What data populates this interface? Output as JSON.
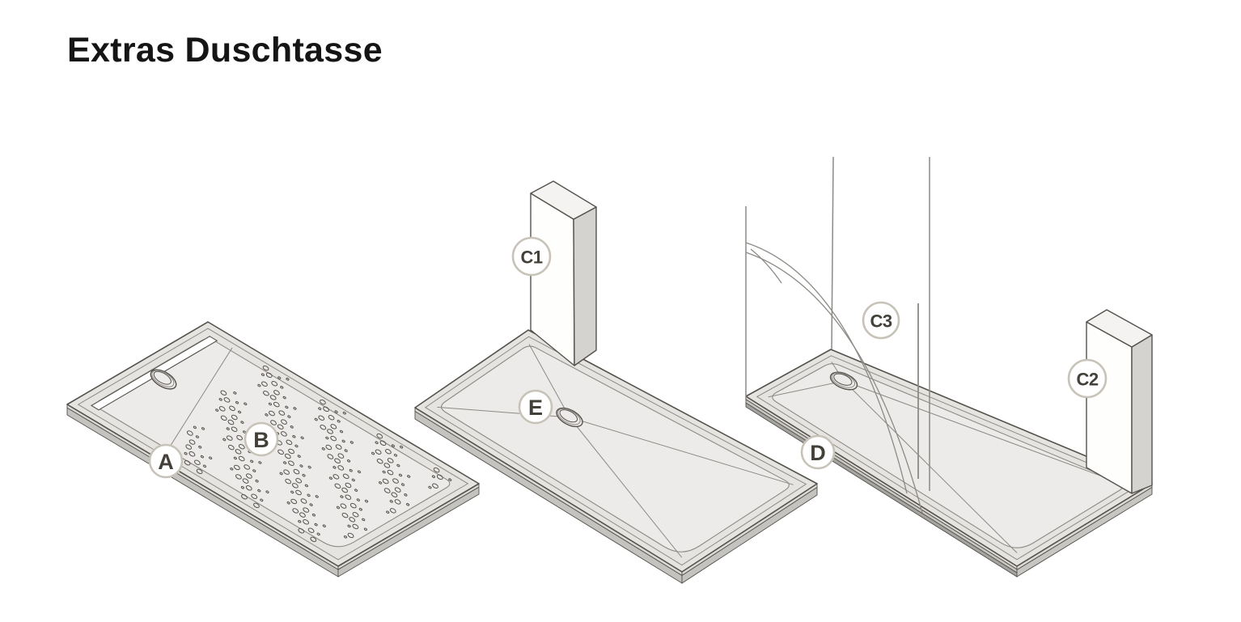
{
  "page": {
    "title": "Extras Duschtasse"
  },
  "labels": {
    "a": "A",
    "b": "B",
    "c1": "C1",
    "c2": "C2",
    "c3": "C3",
    "d": "D",
    "e": "E"
  },
  "colors": {
    "background": "#ffffff",
    "title_text": "#151515",
    "outline": "#55524c",
    "line_light": "#8d8a85",
    "rim_surface": "#e6e4e1",
    "floor_surface": "#edebe9",
    "side_light": "#dcdad7",
    "side_mid": "#c5c3bf",
    "rail_dark": "#a6a4a0",
    "rail_mid": "#c8c6c2",
    "panel_front": "#fefefd",
    "panel_side": "#d5d3d0",
    "panel_top": "#f4f3f1",
    "channel_fill": "#ffffff",
    "label_border": "#c8c3b9",
    "label_text": "#434039"
  }
}
